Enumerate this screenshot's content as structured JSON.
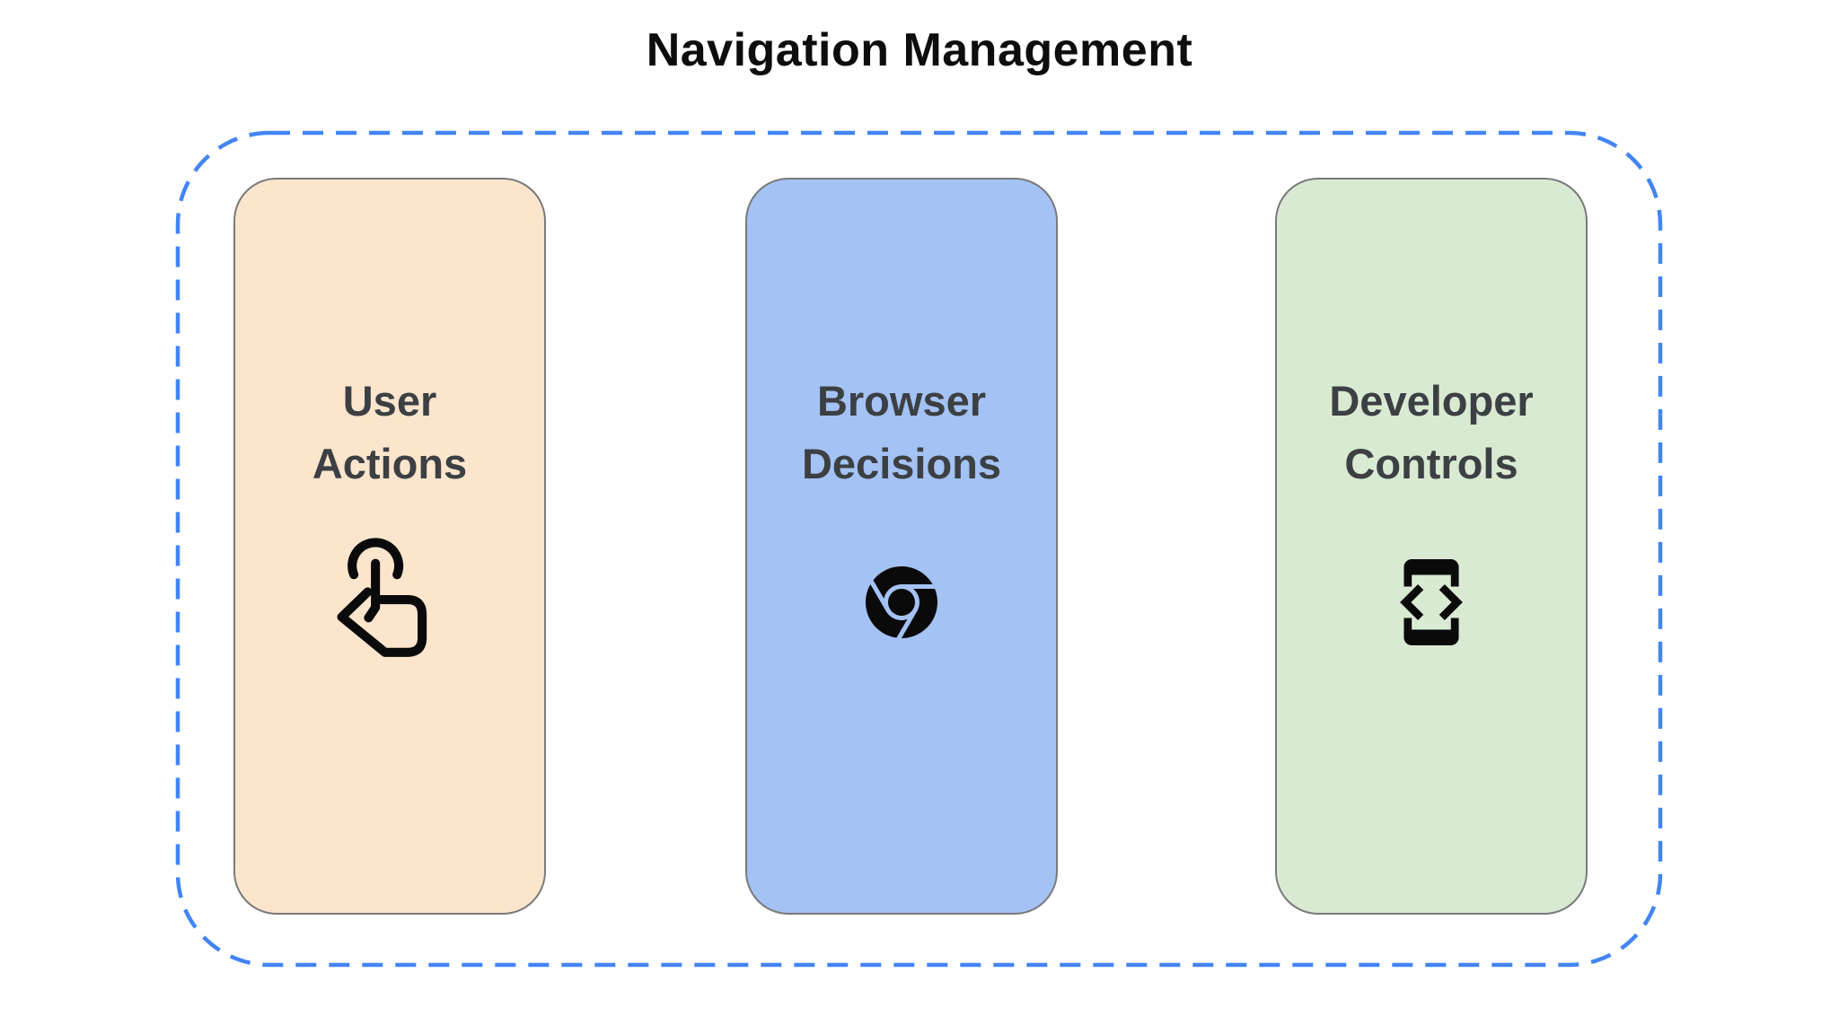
{
  "title": "Navigation Management",
  "boundary": {
    "stroke": "#4285F4"
  },
  "cards": [
    {
      "id": "user-actions",
      "title": "User Actions",
      "icon": "tap-gesture-icon",
      "bg": "#FCE5CD"
    },
    {
      "id": "browser-decisions",
      "title": "Browser Decisions",
      "icon": "chrome-browser-icon",
      "bg": "#A4C2F4"
    },
    {
      "id": "developer-controls",
      "title": "Developer Controls",
      "icon": "developer-mode-icon",
      "bg": "#D9EAD3"
    }
  ],
  "colors": {
    "title_text": "#0d0d0d",
    "card_text": "#3C4043",
    "card_border": "#7a7a7a",
    "icon": "#0a0a0a",
    "background": "#ffffff"
  }
}
